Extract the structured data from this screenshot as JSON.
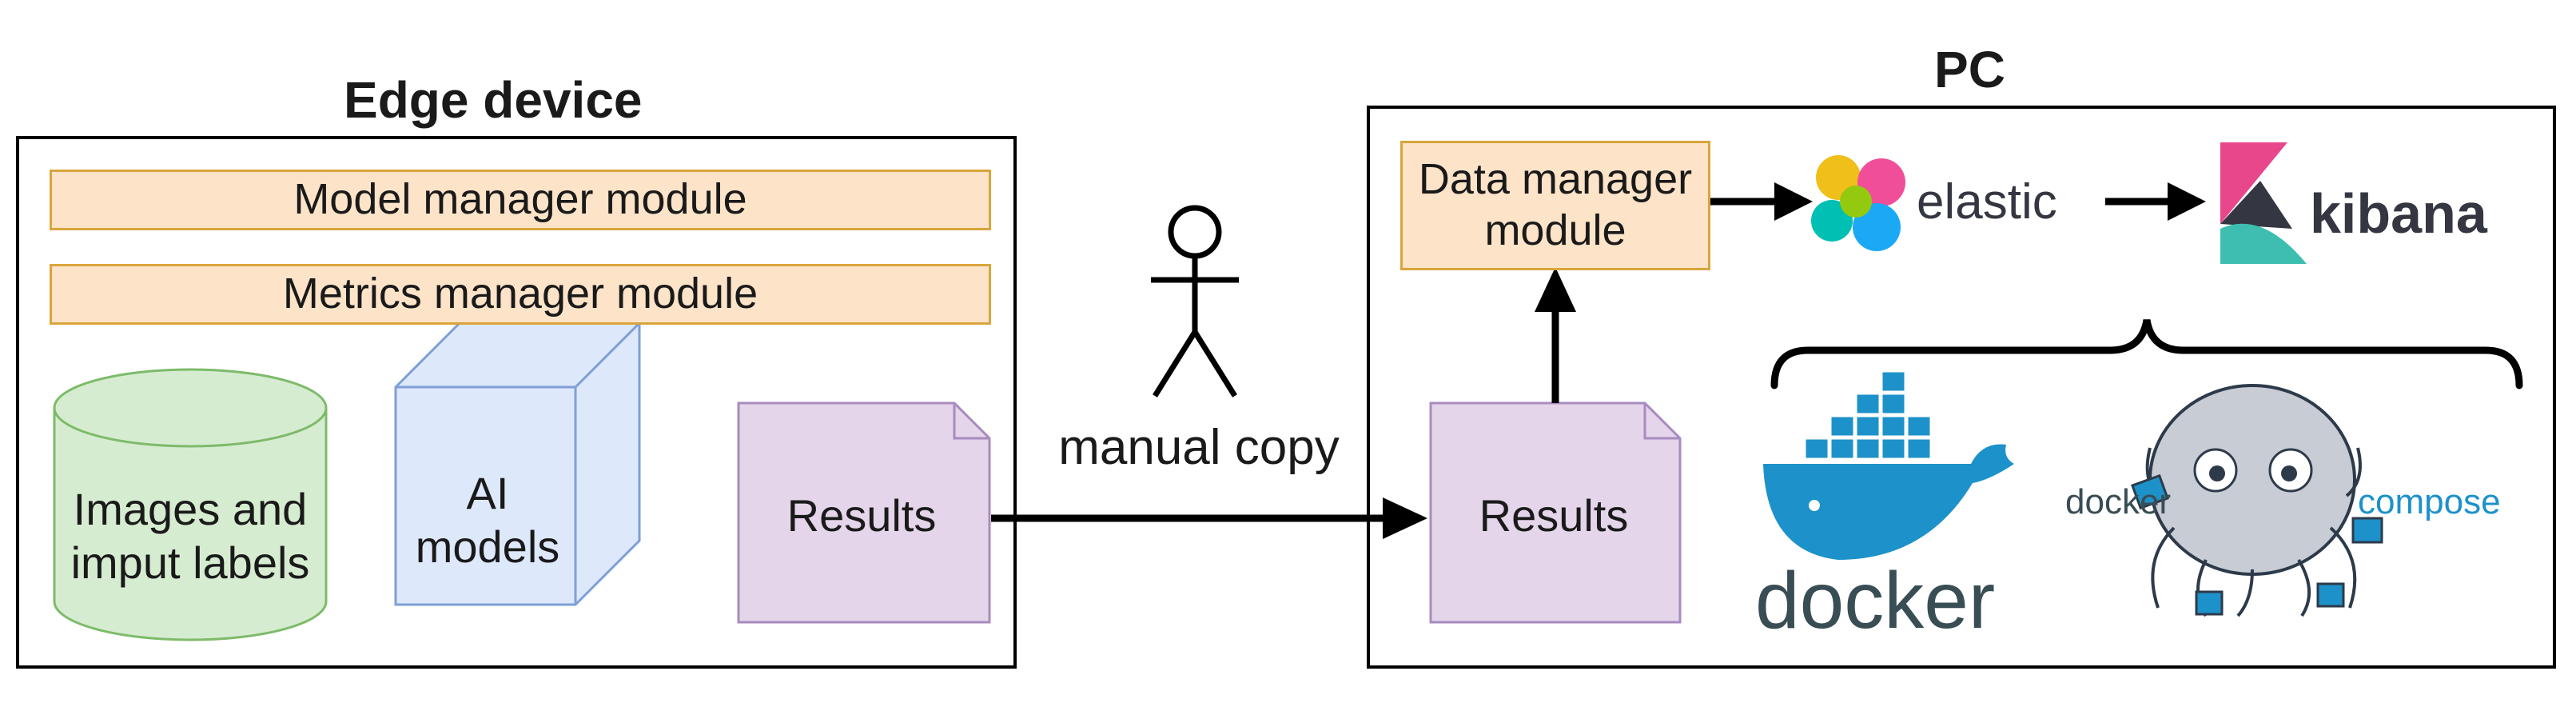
{
  "edge": {
    "title": "Edge device",
    "model_module": "Model manager module",
    "metrics_module": "Metrics manager module",
    "storage_label": "Images and imput labels",
    "models_label": "AI models",
    "results_label": "Results"
  },
  "transfer": {
    "label": "manual copy"
  },
  "pc": {
    "title": "PC",
    "data_module": "Data manager module",
    "results_label": "Results",
    "elastic_label": "elastic",
    "kibana_label": "kibana",
    "docker_label": "docker",
    "compose_docker_label": "docker",
    "compose_label": "compose"
  },
  "colors": {
    "module_fill": "#fde3c8",
    "module_border": "#d9a53b",
    "db_fill": "#d6ecd0",
    "cube_fill": "#dde8fb",
    "doc_fill": "#e4d5ea",
    "docker_blue": "#1d91c9",
    "kibana_pink": "#e8478b",
    "kibana_teal": "#3ebeb0"
  }
}
